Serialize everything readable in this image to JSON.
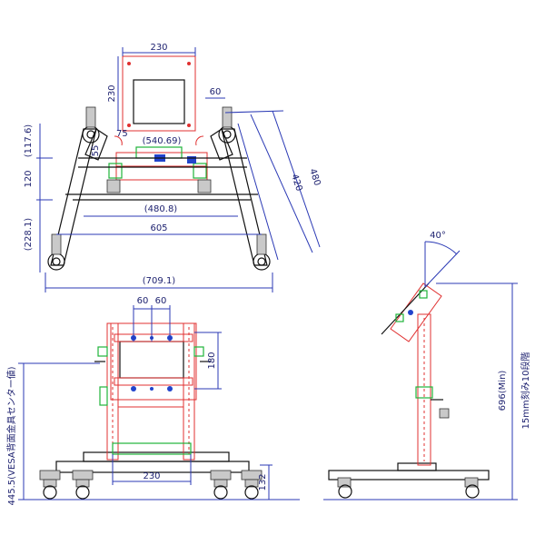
{
  "top_view": {
    "dim_plate_width": "230",
    "dim_plate_height": "230",
    "dim_arm_60": "60",
    "dim_75": "75",
    "dim_540": "(540.69)",
    "dim_55": "55",
    "dim_1176": "(117.6)",
    "dim_120": "120",
    "dim_2281": "(228.1)",
    "dim_4808": "(480.8)",
    "dim_605": "605",
    "dim_7091": "(709.1)",
    "dim_420": "420",
    "dim_480": "480"
  },
  "front_view": {
    "dim_60a": "60",
    "dim_60b": "60",
    "dim_180": "180",
    "dim_230": "230",
    "dim_132": "132",
    "dim_vesa": "445.5(VESA背面金具センター値)"
  },
  "side_view": {
    "dim_angle": "40°",
    "dim_696": "696(Min)",
    "dim_steps": "15mm刻み10段階"
  },
  "colors": {
    "dimension": "#2b3ab5",
    "outline": "#111111",
    "red_parts": "#e03030",
    "green_parts": "#1fb33a",
    "blue_parts": "#2244cc",
    "grey_parts": "#c9c9c9"
  }
}
